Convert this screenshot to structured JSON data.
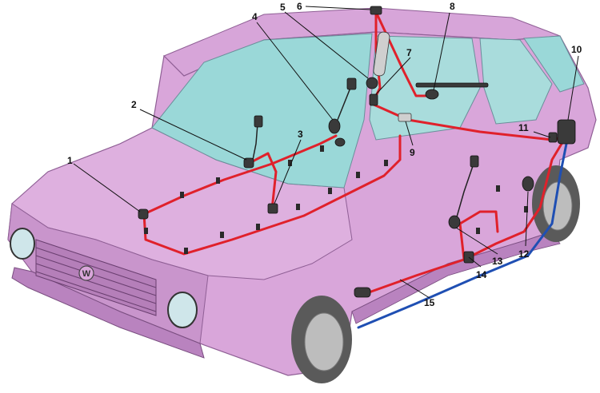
{
  "colors": {
    "body": "#d9a6da",
    "body_shadow": "#b983bf",
    "glass": "#9ad8d8",
    "hose_red": "#e0212b",
    "hose_blue": "#1f4fb3",
    "tyre": "#8c8c8c"
  },
  "logo": "W",
  "callouts": [
    "1",
    "2",
    "3",
    "4",
    "5",
    "6",
    "7",
    "8",
    "9",
    "10",
    "11",
    "12",
    "13",
    "14",
    "15"
  ]
}
